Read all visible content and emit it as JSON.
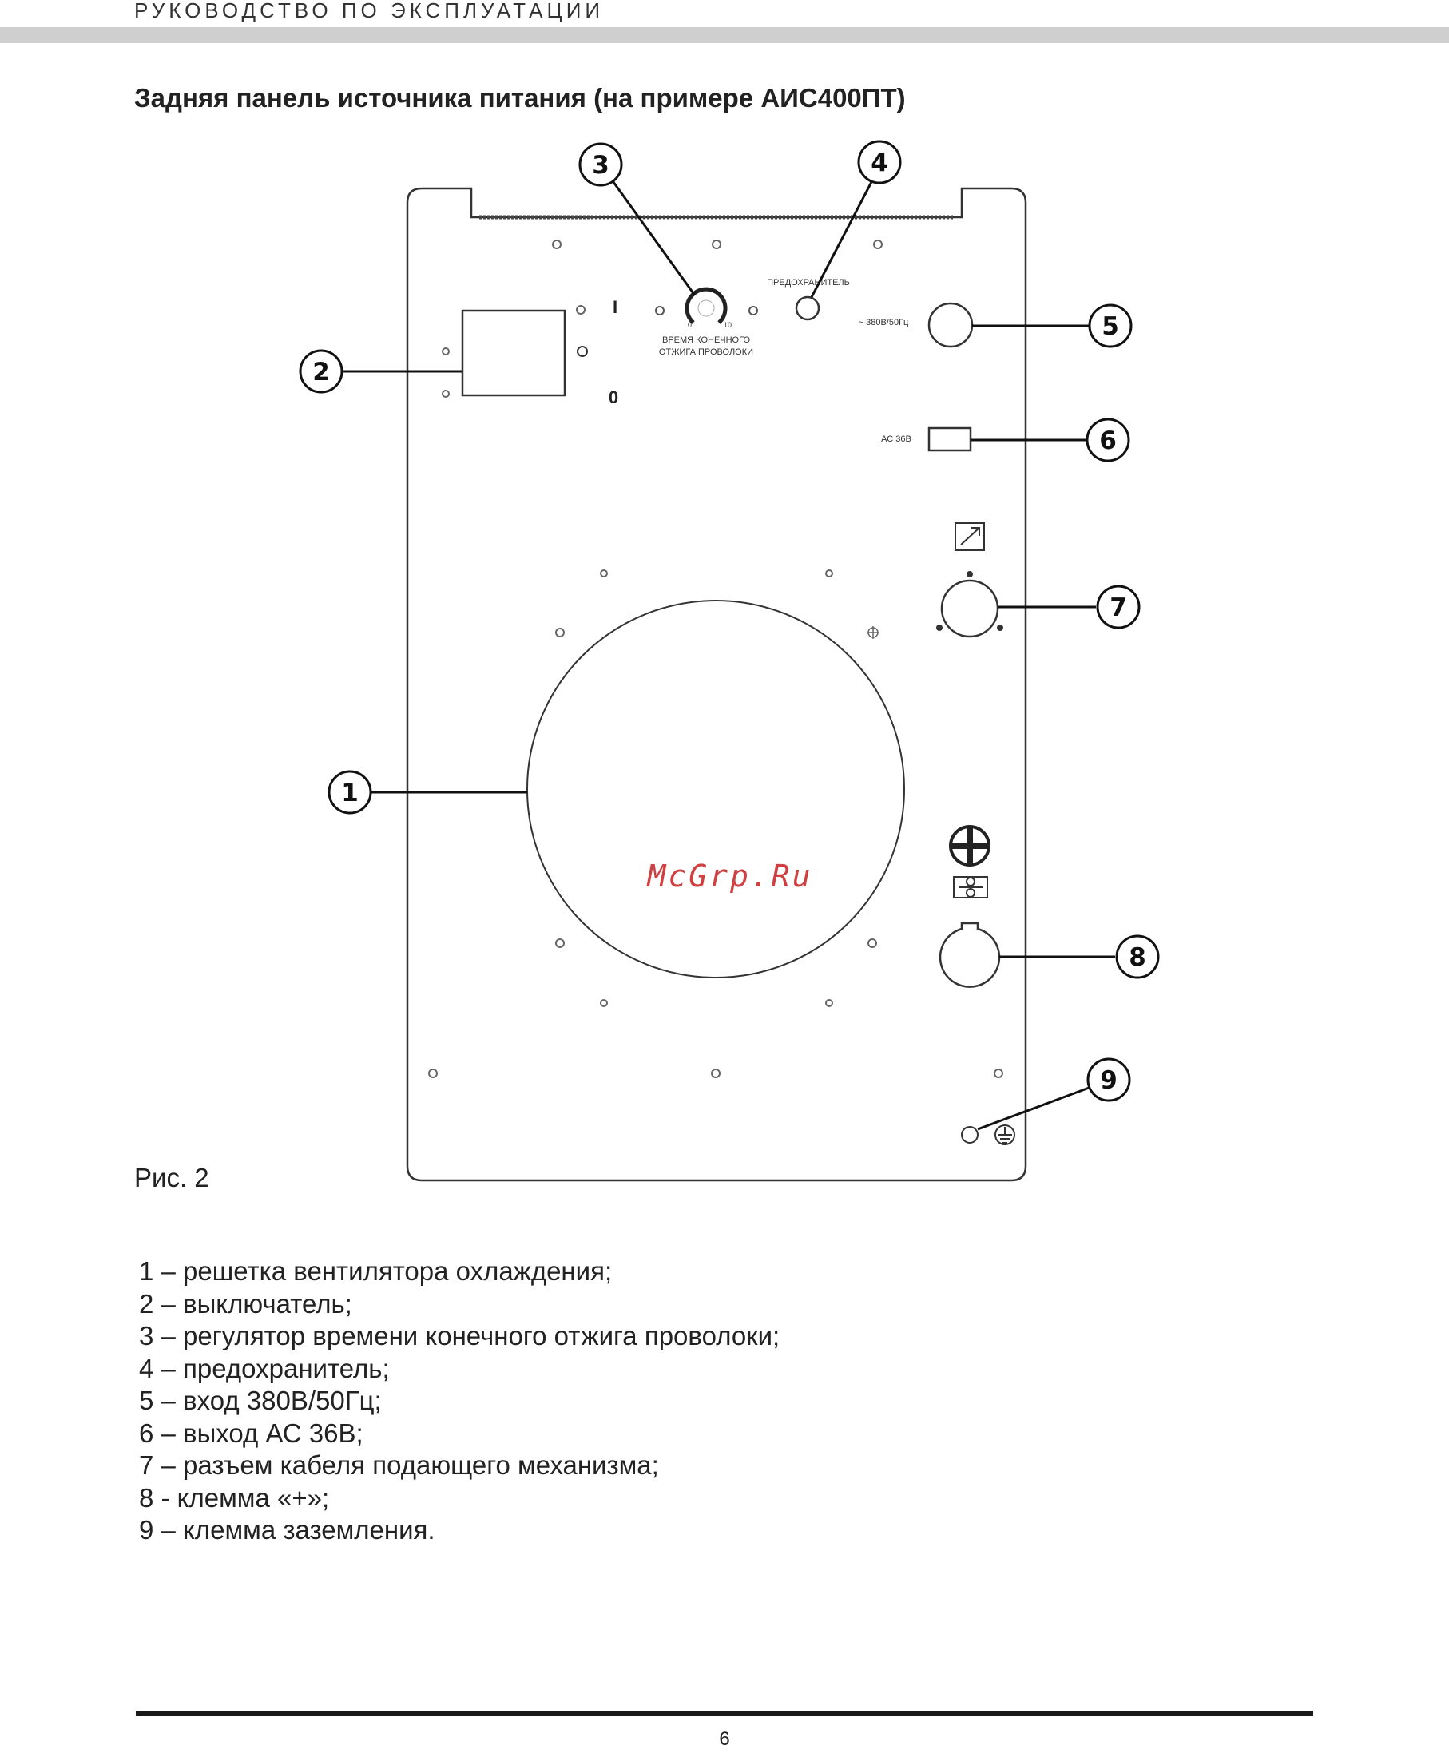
{
  "header": {
    "title": "РУКОВОДСТВО ПО ЭКСПЛУАТАЦИИ"
  },
  "section": {
    "title": "Задняя панель источника питания (на примере АИС400ПТ)"
  },
  "diagram": {
    "callouts": [
      "1",
      "2",
      "3",
      "4",
      "5",
      "6",
      "7",
      "8",
      "9"
    ],
    "panel_labels": {
      "fuse": "ПРЕДОХРАНИТЕЛЬ",
      "input": "~ 380В/50Гц",
      "ac_out": "АС 36В",
      "timer_line1": "ВРЕМЯ КОНЕЧНОГО",
      "timer_line2": "ОТЖИГА ПРОВОЛОКИ",
      "scale_min": "0",
      "scale_max": "10",
      "switch_on": "I",
      "switch_off": "0"
    },
    "watermark": "McGrp.Ru"
  },
  "figure": {
    "caption": "Рис. 2"
  },
  "legend": [
    "1 – решетка вентилятора охлаждения;",
    "2 – выключатель;",
    "3 – регулятор времени конечного отжига проволоки;",
    "4 – предохранитель;",
    "5 – вход 380В/50Гц;",
    "6 – выход АС 36В;",
    "7 – разъем кабеля подающего механизма;",
    "8 - клемма «+»;",
    "9 – клемма заземления."
  ],
  "footer": {
    "page_number": "6"
  }
}
